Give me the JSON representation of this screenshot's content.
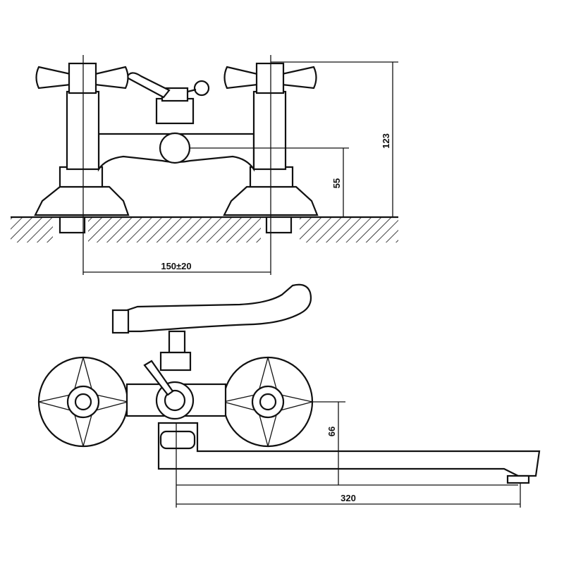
{
  "dimensions": {
    "total_height": "123",
    "outlet_height": "55",
    "inlet_spacing": "150±20",
    "spout_drop": "66",
    "spout_length": "320"
  }
}
